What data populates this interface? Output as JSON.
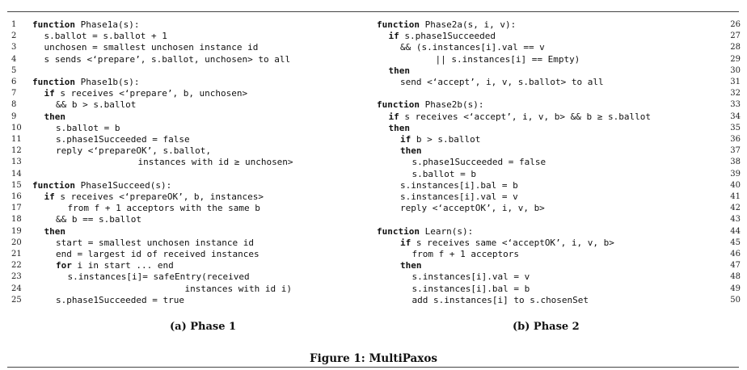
{
  "panel_a": {
    "caption": "(a) Phase 1",
    "lines": [
      {
        "n": "1",
        "indent": 0,
        "kw": "function",
        "text": " Phase1a(s):"
      },
      {
        "n": "2",
        "indent": 1,
        "kw": "",
        "text": "s.ballot = s.ballot + 1"
      },
      {
        "n": "3",
        "indent": 1,
        "kw": "",
        "text": "unchosen = smallest unchosen instance id"
      },
      {
        "n": "4",
        "indent": 1,
        "kw": "",
        "text": "s sends <‘prepare’, s.ballot, unchosen> to all"
      },
      {
        "n": "5",
        "indent": 0,
        "kw": "",
        "text": ""
      },
      {
        "n": "6",
        "indent": 0,
        "kw": "function",
        "text": " Phase1b(s):"
      },
      {
        "n": "7",
        "indent": 1,
        "kw": "if",
        "text": " s receives <‘prepare’, b, unchosen>"
      },
      {
        "n": "8",
        "indent": 2,
        "kw": "",
        "text": "&& b > s.ballot"
      },
      {
        "n": "9",
        "indent": 1,
        "kw": "then",
        "text": ""
      },
      {
        "n": "10",
        "indent": 2,
        "kw": "",
        "text": "s.ballot = b"
      },
      {
        "n": "11",
        "indent": 2,
        "kw": "",
        "text": "s.phase1Succeeded = false"
      },
      {
        "n": "12",
        "indent": 2,
        "kw": "",
        "text": "reply <‘prepareOK’, s.ballot,"
      },
      {
        "n": "13",
        "indent": 9,
        "kw": "",
        "text": "instances with id ≥ unchosen>"
      },
      {
        "n": "14",
        "indent": 0,
        "kw": "",
        "text": ""
      },
      {
        "n": "15",
        "indent": 0,
        "kw": "function",
        "text": " Phase1Succeed(s):"
      },
      {
        "n": "16",
        "indent": 1,
        "kw": "if",
        "text": " s receives <‘prepareOK’, b, instances>"
      },
      {
        "n": "17",
        "indent": 3,
        "kw": "",
        "text": "from f + 1 acceptors with the same b"
      },
      {
        "n": "18",
        "indent": 2,
        "kw": "",
        "text": "&& b == s.ballot"
      },
      {
        "n": "19",
        "indent": 1,
        "kw": "then",
        "text": ""
      },
      {
        "n": "20",
        "indent": 2,
        "kw": "",
        "text": "start = smallest unchosen instance id"
      },
      {
        "n": "21",
        "indent": 2,
        "kw": "",
        "text": "end = largest id of received instances"
      },
      {
        "n": "22",
        "indent": 2,
        "kw": "for",
        "text": " i in start ... end"
      },
      {
        "n": "23",
        "indent": 3,
        "kw": "",
        "text": "s.instances[i]= safeEntry(received"
      },
      {
        "n": "24",
        "indent": 13,
        "kw": "",
        "text": "instances with id i)"
      },
      {
        "n": "25",
        "indent": 2,
        "kw": "",
        "text": "s.phase1Succeeded = true"
      }
    ]
  },
  "panel_b": {
    "caption": "(b) Phase 2",
    "lines": [
      {
        "n": "26",
        "indent": 0,
        "kw": "function",
        "text": " Phase2a(s, i, v):"
      },
      {
        "n": "27",
        "indent": 1,
        "kw": "if",
        "text": " s.phase1Succeeded"
      },
      {
        "n": "28",
        "indent": 2,
        "kw": "",
        "text": "&& (s.instances[i].val == v"
      },
      {
        "n": "29",
        "indent": 5,
        "kw": "",
        "text": "|| s.instances[i] == Empty)"
      },
      {
        "n": "30",
        "indent": 1,
        "kw": "then",
        "text": ""
      },
      {
        "n": "31",
        "indent": 2,
        "kw": "",
        "text": "send <‘accept’, i, v, s.ballot> to all"
      },
      {
        "n": "32",
        "indent": 0,
        "kw": "",
        "text": ""
      },
      {
        "n": "33",
        "indent": 0,
        "kw": "function",
        "text": " Phase2b(s):"
      },
      {
        "n": "34",
        "indent": 1,
        "kw": "if",
        "text": " s receives <‘accept’, i, v, b> && b ≥ s.ballot"
      },
      {
        "n": "35",
        "indent": 1,
        "kw": "then",
        "text": ""
      },
      {
        "n": "36",
        "indent": 2,
        "kw": "if",
        "text": " b > s.ballot"
      },
      {
        "n": "37",
        "indent": 2,
        "kw": "then",
        "text": ""
      },
      {
        "n": "38",
        "indent": 3,
        "kw": "",
        "text": "s.phase1Succeeded = false"
      },
      {
        "n": "39",
        "indent": 3,
        "kw": "",
        "text": "s.ballot = b"
      },
      {
        "n": "40",
        "indent": 2,
        "kw": "",
        "text": "s.instances[i].bal = b"
      },
      {
        "n": "41",
        "indent": 2,
        "kw": "",
        "text": "s.instances[i].val = v"
      },
      {
        "n": "42",
        "indent": 2,
        "kw": "",
        "text": "reply <‘acceptOK’, i, v, b>"
      },
      {
        "n": "43",
        "indent": 0,
        "kw": "",
        "text": ""
      },
      {
        "n": "44",
        "indent": 0,
        "kw": "function",
        "text": " Learn(s):"
      },
      {
        "n": "45",
        "indent": 2,
        "kw": "if",
        "text": " s receives same <‘acceptOK’, i, v, b>"
      },
      {
        "n": "46",
        "indent": 3,
        "kw": "",
        "text": "from f + 1 acceptors"
      },
      {
        "n": "47",
        "indent": 2,
        "kw": "then",
        "text": ""
      },
      {
        "n": "48",
        "indent": 3,
        "kw": "",
        "text": "s.instances[i].val = v"
      },
      {
        "n": "49",
        "indent": 3,
        "kw": "",
        "text": "s.instances[i].bal = b"
      },
      {
        "n": "50",
        "indent": 3,
        "kw": "",
        "text": "add s.instances[i] to s.chosenSet"
      }
    ]
  },
  "figure_caption": "Figure 1: MultiPaxos"
}
